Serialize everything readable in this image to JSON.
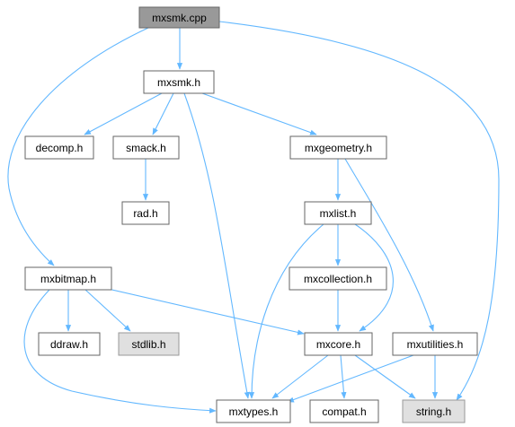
{
  "colors": {
    "edge": "#63b8ff",
    "node_border": "#666666",
    "node_fill": "#ffffff",
    "root_fill": "#999999",
    "system_fill": "#e0e0e0",
    "system_border": "#999999"
  },
  "nodes": {
    "mxsmk_cpp": "mxsmk.cpp",
    "mxsmk_h": "mxsmk.h",
    "decomp_h": "decomp.h",
    "smack_h": "smack.h",
    "mxgeometry_h": "mxgeometry.h",
    "rad_h": "rad.h",
    "mxlist_h": "mxlist.h",
    "mxbitmap_h": "mxbitmap.h",
    "mxcollection_h": "mxcollection.h",
    "ddraw_h": "ddraw.h",
    "stdlib_h": "stdlib.h",
    "mxcore_h": "mxcore.h",
    "mxutilities_h": "mxutilities.h",
    "mxtypes_h": "mxtypes.h",
    "compat_h": "compat.h",
    "string_h": "string.h"
  }
}
